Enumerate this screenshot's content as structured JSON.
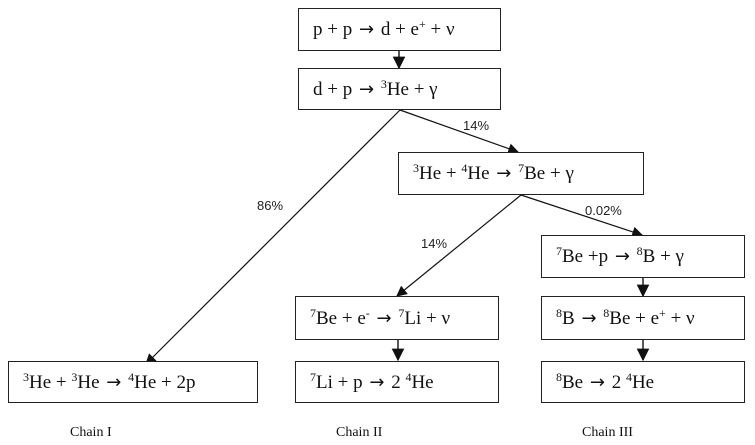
{
  "reactions": {
    "pp": {
      "a1": "p + p",
      "arrow": "→",
      "a2": "d + e",
      "e_sup": "+",
      "a3": " + ν"
    },
    "dp": {
      "a1": "d + p",
      "arrow": "→",
      "a2": " ",
      "he_sup": "3",
      "a3": "He + γ"
    },
    "he3he4": {
      "s1": "3",
      "a1": "He + ",
      "s2": "4",
      "a2": "He",
      "arrow": "→",
      "s3": "7",
      "a3": "Be + γ"
    },
    "he3he3": {
      "s1": "3",
      "a1": "He + ",
      "s2": "3",
      "a2": "He",
      "arrow": "→",
      "s3": "4",
      "a3": "He + 2p"
    },
    "be7e": {
      "s1": "7",
      "a1": "Be + e",
      "s2": "-",
      "arrow": "→",
      "s3": "7",
      "a3": "Li + ν"
    },
    "li7p": {
      "s1": "7",
      "a1": "Li + p",
      "arrow": "→",
      "a2": "2 ",
      "s2": "4",
      "a3": "He"
    },
    "be7p": {
      "s1": "7",
      "a1": "Be +p",
      "arrow": "→",
      "s2": "8",
      "a2": "B + γ"
    },
    "b8": {
      "s1": "8",
      "a1": "B ",
      "arrow": "→",
      "s2": "8",
      "a2": "Be + e",
      "s3": "+",
      "a3": " + ν"
    },
    "be8": {
      "s1": "8",
      "a1": "Be",
      "arrow": "→",
      "a2": "2 ",
      "s2": "4",
      "a3": "He"
    }
  },
  "branches": {
    "to_chain2": "14%",
    "to_chain1": "86%",
    "to_li": "14%",
    "to_b": "0.02%"
  },
  "chains": {
    "chain1": "Chain I",
    "chain2": "Chain II",
    "chain3": "Chain III"
  }
}
